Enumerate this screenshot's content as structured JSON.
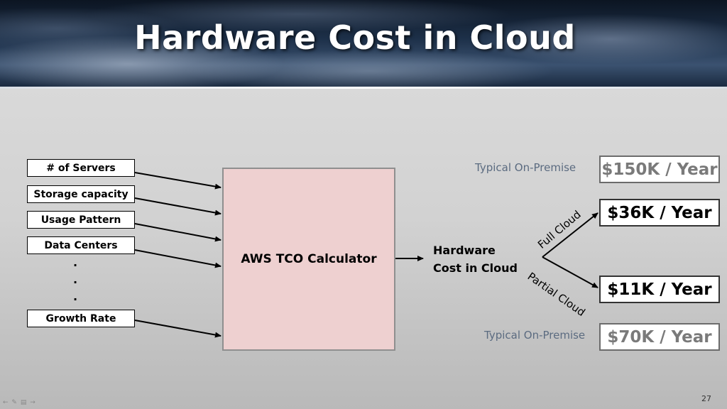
{
  "slide": {
    "title": "Hardware Cost in Cloud",
    "page_number": "27"
  },
  "inputs": [
    "# of Servers",
    "Storage capacity",
    "Usage Pattern",
    "Data Centers",
    "Growth Rate"
  ],
  "ellipsis": [
    ".",
    ".",
    "."
  ],
  "calculator": {
    "label": "AWS TCO Calculator"
  },
  "output": {
    "line1": "Hardware",
    "line2": "Cost in Cloud"
  },
  "branches": {
    "full": "Full Cloud",
    "partial": "Partial Cloud"
  },
  "costs": {
    "onprem_full_label": "Typical On-Premise",
    "onprem_full": "$150K / Year",
    "full_cloud": "$36K / Year",
    "partial_cloud": "$11K / Year",
    "onprem_partial_label": "Typical On-Premise",
    "onprem_partial": "$70K / Year"
  },
  "colors": {
    "calculator_fill": "#eed0d0",
    "onprem_label": "#5b6b80",
    "muted_cost": "#7a7a7a"
  },
  "icons": [
    "arrow-left-icon",
    "pen-icon",
    "menu-icon",
    "arrow-right-icon"
  ]
}
